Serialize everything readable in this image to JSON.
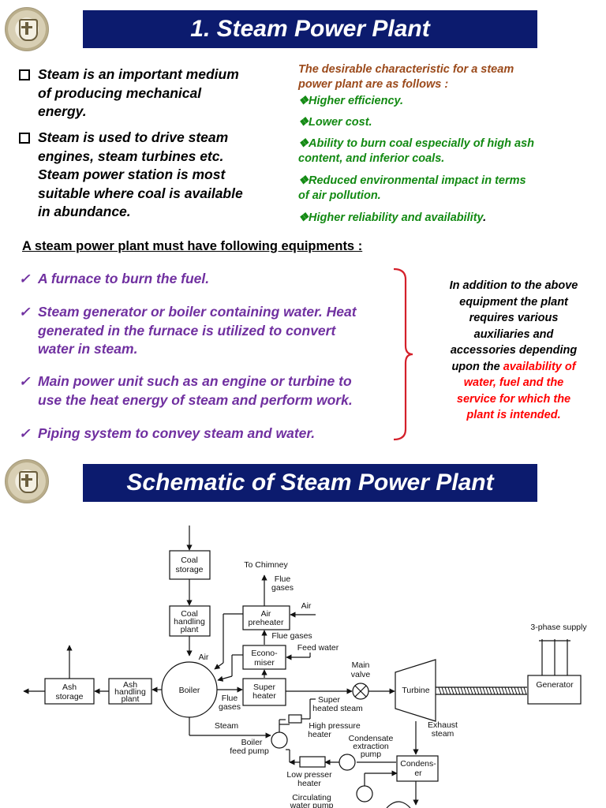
{
  "slide1": {
    "title": "1. Steam Power Plant",
    "left_points": [
      [
        "Steam is an important medium",
        "of producing mechanical",
        "energy."
      ],
      [
        "Steam is used to drive steam",
        "engines, steam turbines etc.",
        "Steam power station is most",
        "suitable where coal is available",
        "in abundance."
      ]
    ],
    "desirable": {
      "intro": [
        "The desirable characteristic for a steam",
        "power plant are as follows :"
      ],
      "items": [
        [
          "Higher efficiency."
        ],
        [
          "Lower cost."
        ],
        [
          "Ability to burn coal especially of high ash",
          "content, and inferior coals."
        ],
        [
          "Reduced environmental impact in terms",
          "of air pollution."
        ],
        [
          "Higher reliability and availability"
        ]
      ],
      "last_period": "."
    },
    "equipment_heading": "A steam power plant must have following equipments :",
    "equipments": [
      [
        "A furnace to burn the fuel."
      ],
      [
        "Steam generator or boiler containing water. Heat",
        "generated in the furnace is utilized to convert",
        "water in steam."
      ],
      [
        "Main power unit such as an engine or turbine to",
        "use the heat energy of steam and perform work."
      ],
      [
        "Piping system to convey steam and water."
      ]
    ],
    "note": {
      "black": [
        "In addition to the above",
        "equipment the plant",
        "requires various",
        "auxiliaries and",
        "accessories depending"
      ],
      "mixed_black": "upon the ",
      "mixed_red": "availability of",
      "red": [
        "water, fuel and the",
        "service for which the",
        "plant is intended."
      ]
    },
    "colors": {
      "banner": "#0c1b6e",
      "brown": "#9b4a1b",
      "green": "#138a13",
      "purple": "#7030a0",
      "red": "#ff0000"
    }
  },
  "slide2": {
    "title": "Schematic of Steam Power Plant",
    "diagram": {
      "coal_storage": [
        "Coal",
        "storage"
      ],
      "coal_handling": [
        "Coal",
        "handling",
        "plant"
      ],
      "to_chimney": "To Chimney",
      "flue_gases_top": [
        "Flue",
        "gases"
      ],
      "air_top": "Air",
      "air_preheater": [
        "Air",
        "preheater"
      ],
      "flue_gases_mid": "Flue gases",
      "feed_water": "Feed water",
      "economiser": [
        "Econo-",
        "miser"
      ],
      "air_left": "Air",
      "boiler": "Boiler",
      "super_heater": [
        "Super",
        "heater"
      ],
      "flue_gases_low": [
        "Flue",
        "gases"
      ],
      "main_valve": [
        "Main",
        "valve"
      ],
      "turbine": "Turbine",
      "supply": "3-phase supply",
      "generator": "Generator",
      "ash_storage": [
        "Ash",
        "storage"
      ],
      "ash_handling": [
        "Ash",
        "handling",
        "plant"
      ],
      "super_heated_steam": [
        "Super",
        "heated steam"
      ],
      "steam": "Steam",
      "high_pressure_heater": [
        "High pressure",
        "heater"
      ],
      "exhaust_steam": [
        "Exhaust",
        "steam"
      ],
      "boiler_feed_pump": [
        "Boiler",
        "feed pump"
      ],
      "condensate_pump": [
        "Condensate",
        "extraction",
        "pump"
      ],
      "condenser": [
        "Condens-",
        "er"
      ],
      "low_pressure_heater": [
        "Low presser",
        "heater"
      ],
      "circulating_pump": [
        "Circulating",
        "water pump"
      ]
    }
  }
}
